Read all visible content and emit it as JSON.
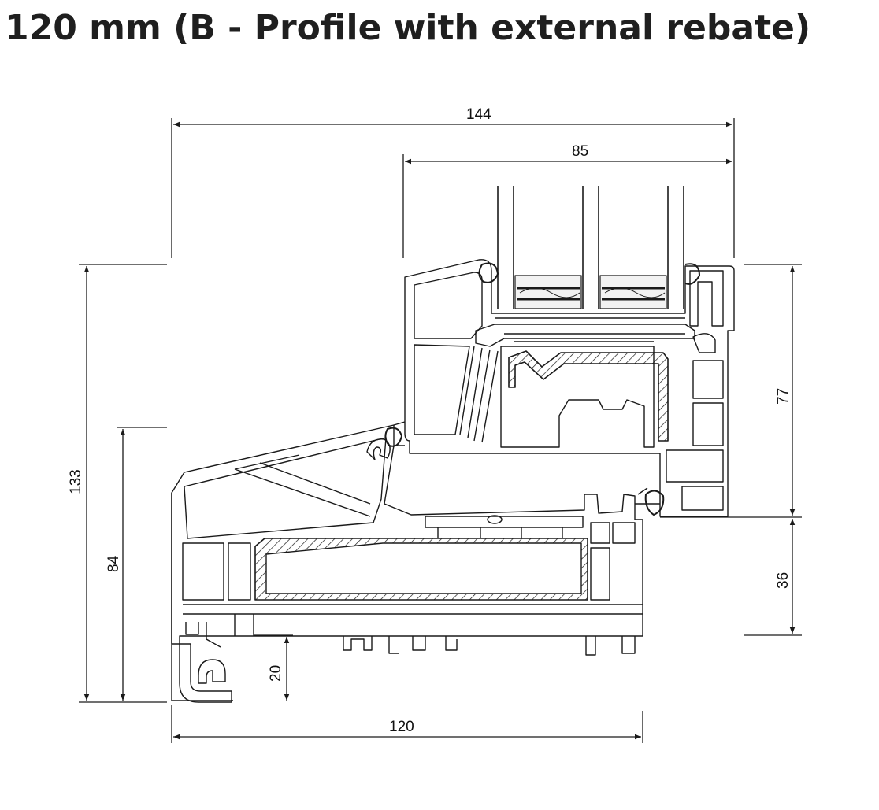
{
  "title": "120 mm (B - Profile with external rebate)",
  "colors": {
    "line": "#1a1a1a",
    "title": "#1f1f1f",
    "background": "#ffffff"
  },
  "dimensions": {
    "overall_width": "144",
    "glazing_width": "85",
    "overall_height": "133",
    "frame_height": "84",
    "sash_height": "77",
    "sash_offset": "36",
    "base_height": "20",
    "frame_depth": "120"
  }
}
